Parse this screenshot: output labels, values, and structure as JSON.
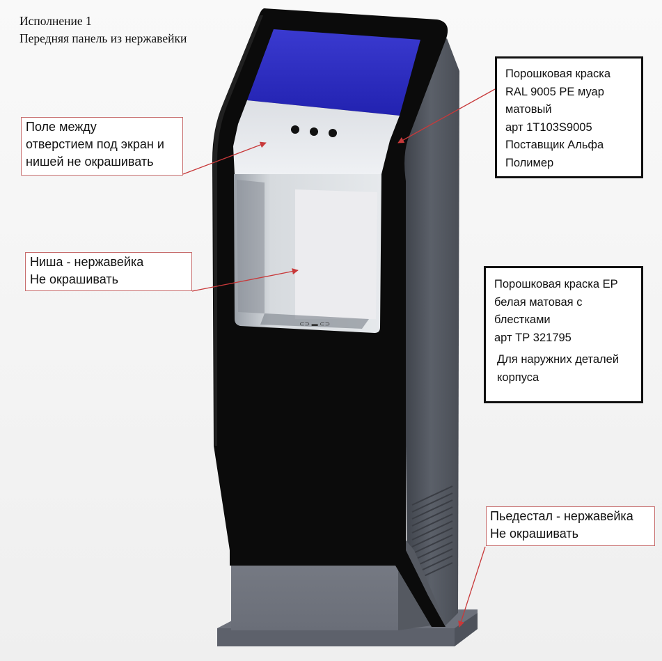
{
  "title": {
    "line1": "Исполнение 1",
    "line2": "Передняя панель из нержавейки"
  },
  "callouts": {
    "screen_area": {
      "lines": [
        "Поле между",
        "отверстием под экран и",
        "нишей не окрашивать"
      ]
    },
    "niche": {
      "lines": [
        "Ниша - нержавейка",
        "Не окрашивать"
      ]
    },
    "pedestal": {
      "lines": [
        "Пьедестал - нержавейка",
        "Не окрашивать"
      ]
    },
    "paint_black": {
      "lines": [
        "Порошковая краска",
        "RAL 9005 PE муар",
        "матовый",
        "арт 1Т103S9005",
        "Поставщик Альфа",
        "Полимер"
      ]
    },
    "paint_white": {
      "lines": [
        "Порошковая краска ЕР",
        "белая матовая с",
        "блестками",
        "арт ТР 321795"
      ],
      "sub_lines": [
        "Для наружних деталей",
        "корпуса"
      ]
    }
  },
  "colors": {
    "screen_blue": "#2f2fc4",
    "body_black": "#0a0a0a",
    "side_grey": "#5a5f68",
    "pedestal_grey": "#6a6e78",
    "arrow_red": "#c8393a",
    "callout_border_red": "#c76d6d"
  }
}
